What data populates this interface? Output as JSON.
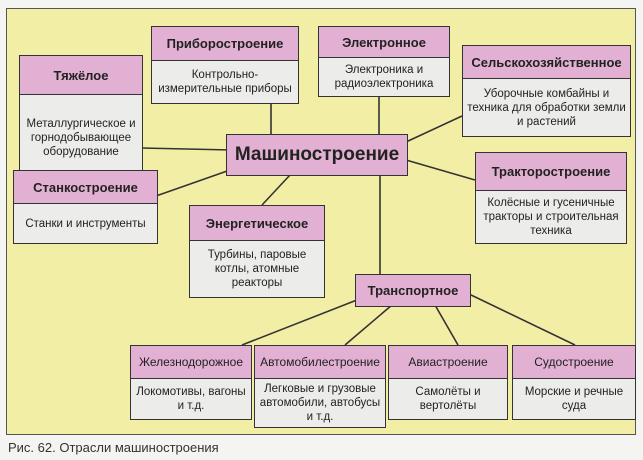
{
  "center": "Машиностроение",
  "branches": [
    {
      "title": "Тяжёлое",
      "desc": "Металлургическое и горнодобывающее оборудование"
    },
    {
      "title": "Приборостроение",
      "desc": "Контрольно-измерительные приборы"
    },
    {
      "title": "Электронное",
      "desc": "Электроника и радиоэлектроника"
    },
    {
      "title": "Сельскохозяйственное",
      "desc": "Уборочные комбайны и техника для обработки земли и растений"
    },
    {
      "title": "Станкостроение",
      "desc": "Станки и инструменты"
    },
    {
      "title": "Тракторостроение",
      "desc": "Колёсные и гусеничные тракторы и строительная техника"
    },
    {
      "title": "Энергетическое",
      "desc": "Турбины, паровые котлы, атомные реакторы"
    }
  ],
  "transport": {
    "title": "Транспортное",
    "items": [
      {
        "title": "Железнодорожное",
        "desc": "Локомотивы, вагоны и т.д."
      },
      {
        "title": "Автомобилестроение",
        "desc": "Легковые и грузовые автомобили, автобусы и т.д."
      },
      {
        "title": "Авиастроение",
        "desc": "Самолёты и вертолёты"
      },
      {
        "title": "Судостроение",
        "desc": "Морские и речные суда"
      }
    ]
  },
  "caption": "Рис. 62. Отрасли машиностроения"
}
